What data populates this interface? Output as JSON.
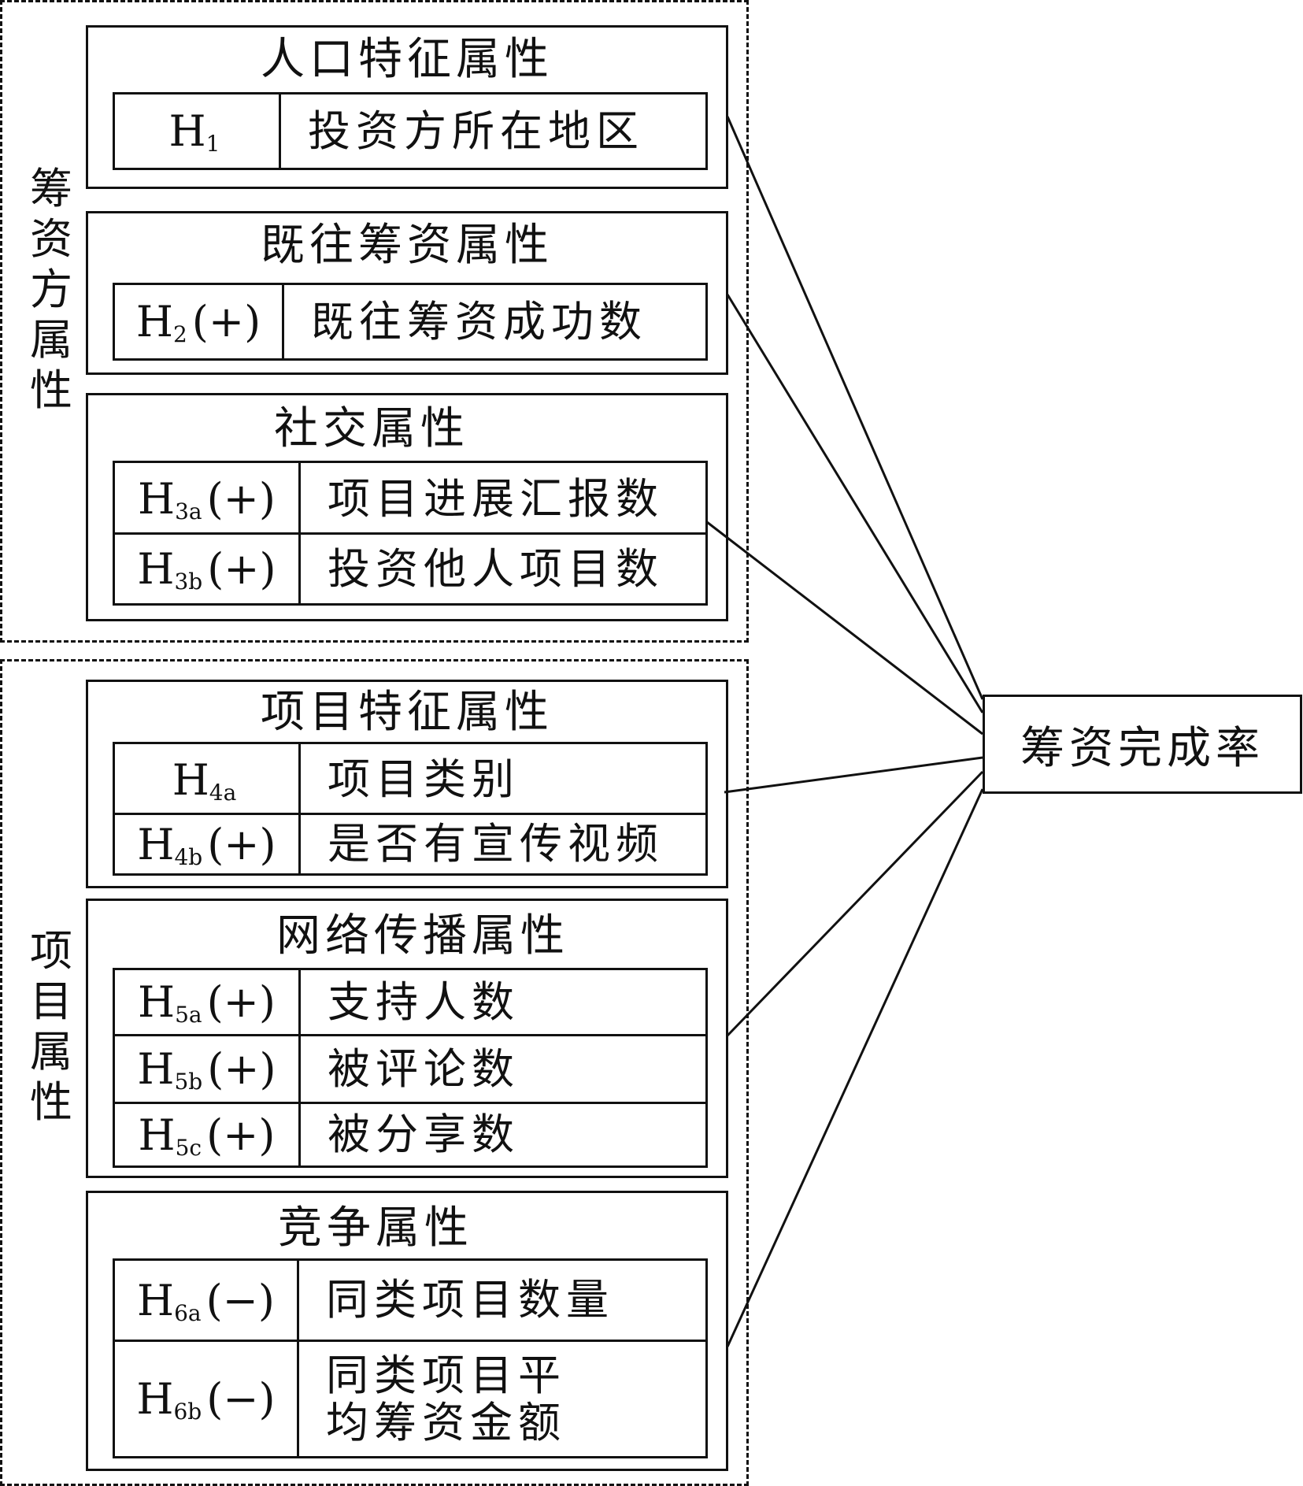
{
  "groups": [
    {
      "label": "筹资方属性"
    },
    {
      "label": "项目属性"
    }
  ],
  "panels": [
    {
      "title": "人口特征属性",
      "rows": [
        {
          "h": "H",
          "sub": "1",
          "sign": "",
          "desc": "投资方所在地区"
        }
      ]
    },
    {
      "title": "既往筹资属性",
      "rows": [
        {
          "h": "H",
          "sub": "2",
          "sign": "(+)",
          "desc": "既往筹资成功数"
        }
      ]
    },
    {
      "title": "社交属性",
      "rows": [
        {
          "h": "H",
          "sub": "3a",
          "sign": "(+)",
          "desc": "项目进展汇报数"
        },
        {
          "h": "H",
          "sub": "3b",
          "sign": "(+)",
          "desc": "投资他人项目数"
        }
      ]
    },
    {
      "title": "项目特征属性",
      "rows": [
        {
          "h": "H",
          "sub": "4a",
          "sign": "",
          "desc": "项目类别"
        },
        {
          "h": "H",
          "sub": "4b",
          "sign": "(+)",
          "desc": "是否有宣传视频"
        }
      ]
    },
    {
      "title": "网络传播属性",
      "rows": [
        {
          "h": "H",
          "sub": "5a",
          "sign": "(+)",
          "desc": "支持人数"
        },
        {
          "h": "H",
          "sub": "5b",
          "sign": "(+)",
          "desc": "被评论数"
        },
        {
          "h": "H",
          "sub": "5c",
          "sign": "(+)",
          "desc": "被分享数"
        }
      ]
    },
    {
      "title": "竞争属性",
      "rows": [
        {
          "h": "H",
          "sub": "6a",
          "sign": "(−)",
          "desc": "同类项目数量"
        },
        {
          "h": "H",
          "sub": "6b",
          "sign": "(−)",
          "desc": "同类项目平均筹资金额"
        }
      ]
    }
  ],
  "target": {
    "label": "筹资完成率"
  }
}
